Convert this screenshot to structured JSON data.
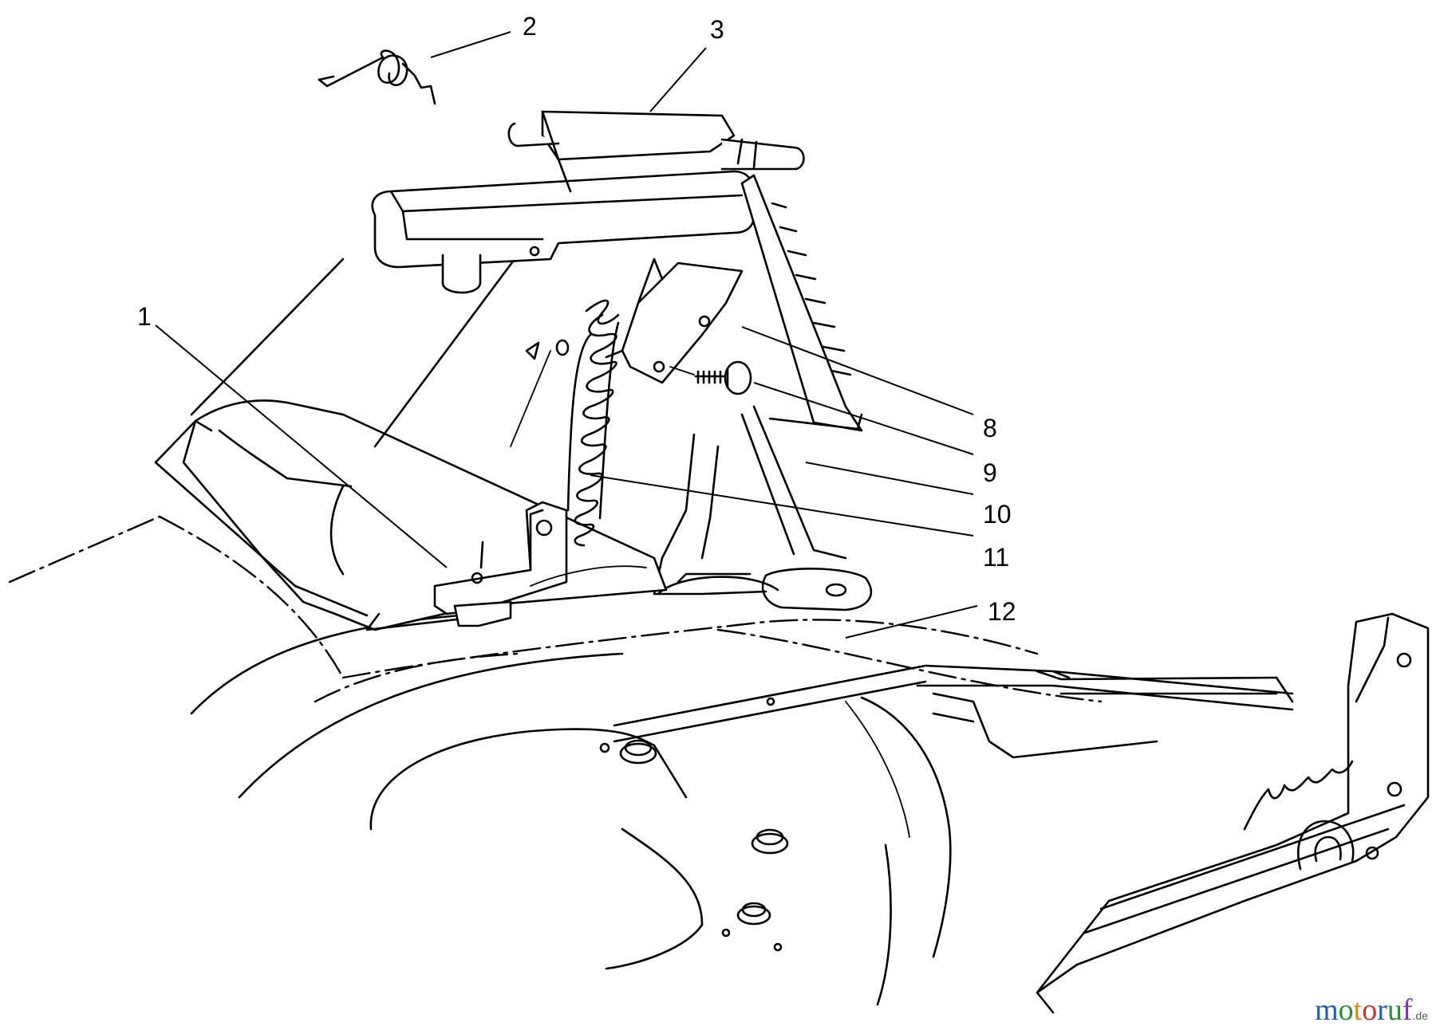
{
  "callouts": {
    "c1": "1",
    "c2": "2",
    "c3": "3",
    "c8": "8",
    "c9": "9",
    "c10": "10",
    "c11": "11",
    "c12": "12"
  },
  "watermark": {
    "letters": [
      "m",
      "o",
      "t",
      "o",
      "r",
      "u",
      "f"
    ],
    "letter_colors": [
      "#1f5fae",
      "#2e8b3a",
      "#d08a12",
      "#c0392b",
      "#1f5fae",
      "#2e8b3a",
      "#7a3aa0"
    ],
    "tld": ".de"
  }
}
